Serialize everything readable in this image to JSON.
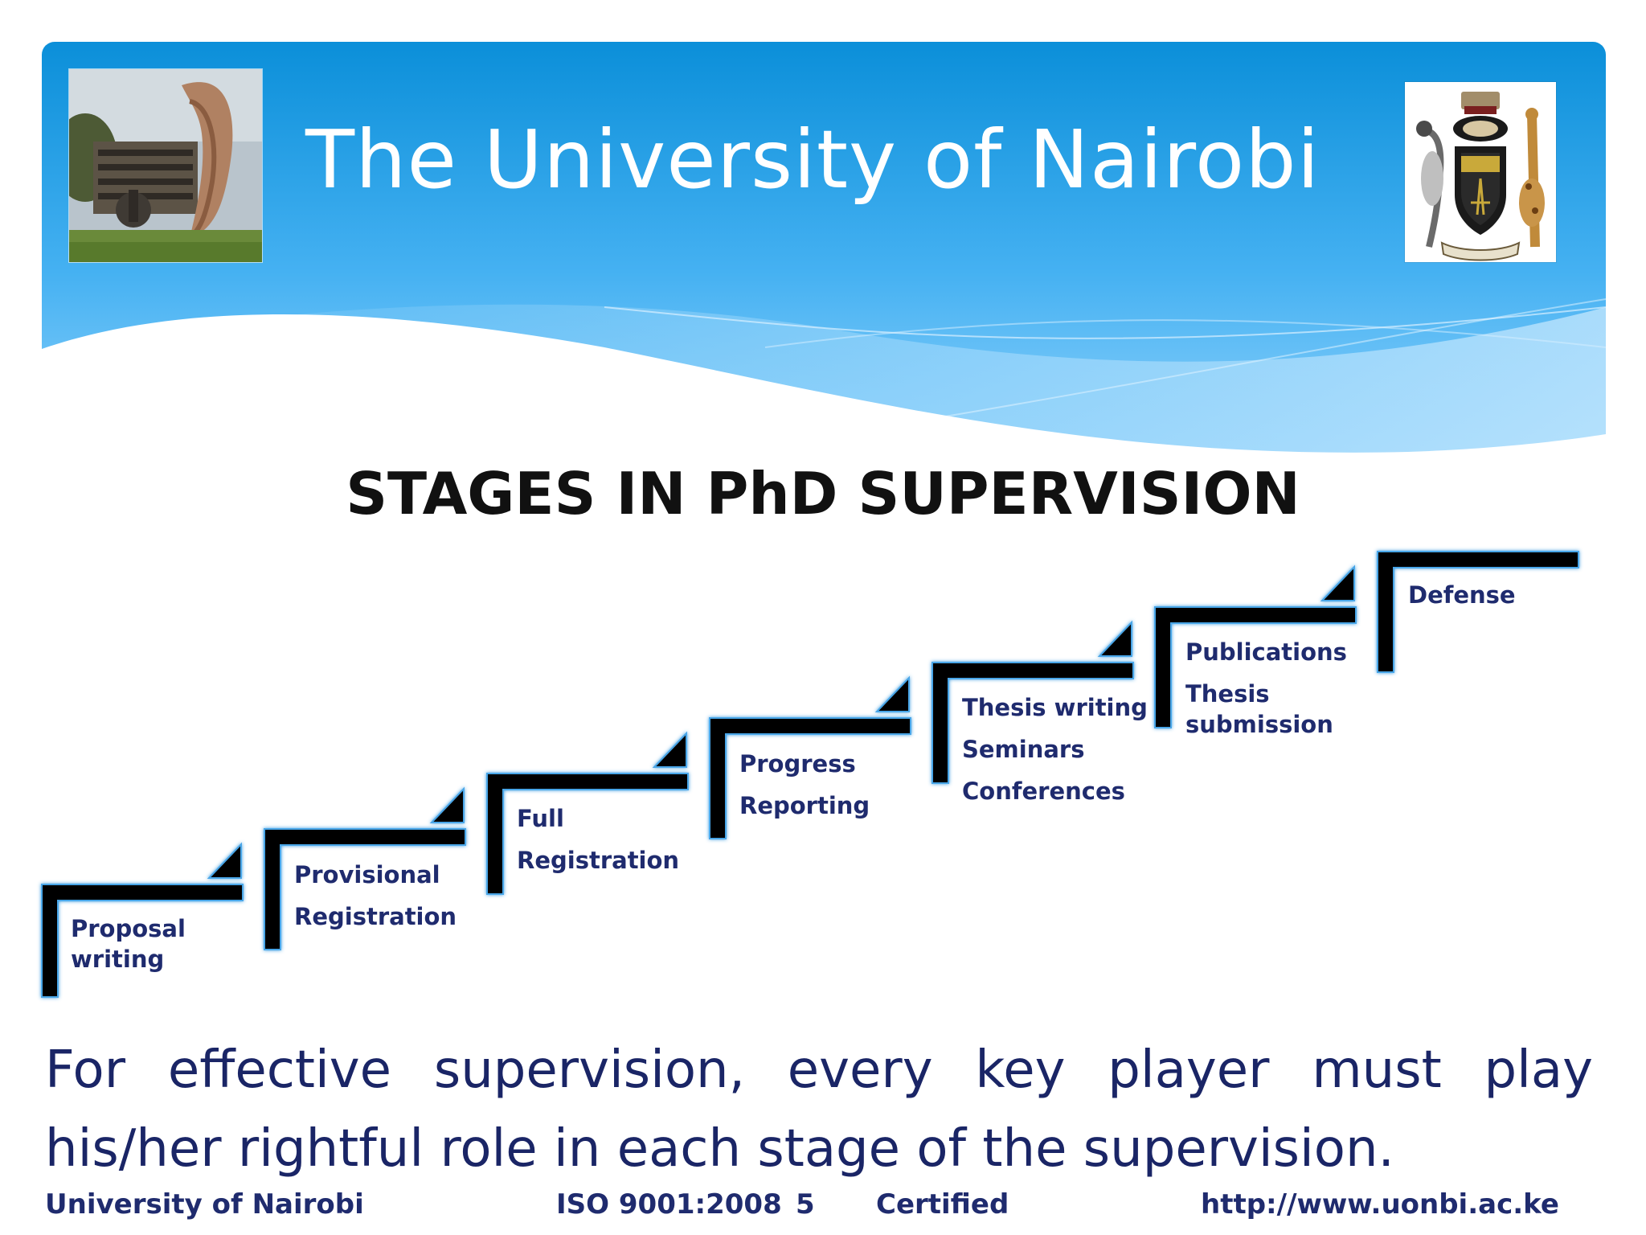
{
  "header": {
    "title": "The University of Nairobi",
    "left_image_icon": "campus-photo",
    "right_image_icon": "university-crest",
    "colors": {
      "banner_top": "#0a8fd8",
      "banner_mid": "#3aaaf0",
      "banner_light": "#9bd6fa"
    }
  },
  "slide": {
    "title": "STAGES IN PhD SUPERVISION"
  },
  "stages": [
    {
      "lines": [
        "Proposal",
        "writing"
      ]
    },
    {
      "lines": [
        "Provisional",
        "Registration"
      ]
    },
    {
      "lines": [
        "Full",
        "Registration"
      ]
    },
    {
      "lines": [
        "Progress",
        "Reporting"
      ]
    },
    {
      "lines": [
        "Thesis writing",
        "Seminars",
        "Conferences"
      ]
    },
    {
      "lines": [
        "Publications",
        "Thesis",
        "submission"
      ]
    },
    {
      "lines": [
        "Defense"
      ]
    }
  ],
  "body": {
    "line1_words": [
      "For",
      "effective",
      "supervision,",
      "every",
      "key",
      "player",
      "must",
      "play"
    ],
    "line2": "his/her rightful role in each stage of the supervision."
  },
  "footer": {
    "institution": "University of Nairobi",
    "iso": "ISO 9001:2008",
    "page_number": "5",
    "certified": "Certified",
    "url": "http://www.uonbi.ac.ke"
  },
  "colors": {
    "text_navy": "#1f2b6e",
    "step_black": "#050505",
    "step_glow": "#3a9be0"
  }
}
